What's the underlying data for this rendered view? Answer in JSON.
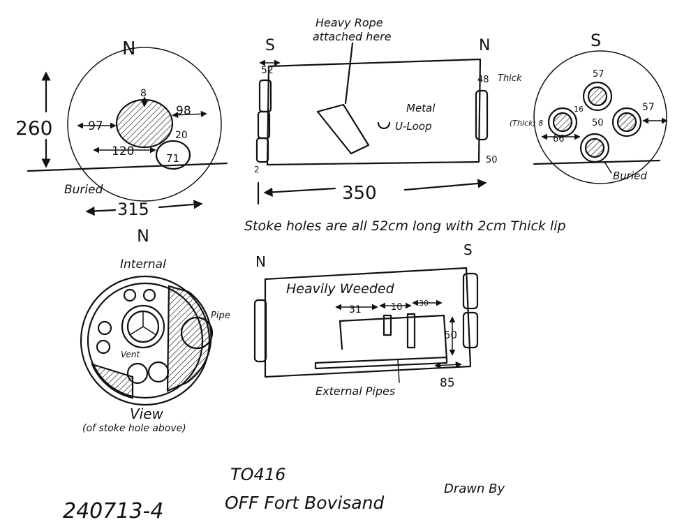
{
  "colors": {
    "ink": "#111111",
    "paper": "#ffffff"
  },
  "top_left": {
    "compass": "N",
    "height": "260",
    "width": "315",
    "dim_left": "97",
    "dim_right": "98",
    "dim_top": "8",
    "dim_inner": "120",
    "dim_small": "20",
    "dim_pipe": "71",
    "buried": "Buried"
  },
  "top_middle": {
    "compass_left": "S",
    "compass_right": "N",
    "rope_line1": "Heavy Rope",
    "rope_line2": "attached here",
    "metal": "Metal",
    "uloop": "U-Loop",
    "dim_52": "52",
    "dim_thick": "Thick",
    "dim_48": "48",
    "dim_50": "50",
    "dim_2": "2",
    "length": "350"
  },
  "top_right": {
    "compass": "S",
    "dim_57_top": "57",
    "dim_57_right": "57",
    "dim_50": "50",
    "dim_66": "66",
    "dim_thick": "(Thick) 8",
    "dim_16": "16",
    "buried": "Buried"
  },
  "stoke_note": "Stoke holes are all 52cm long with 2cm Thick lip",
  "bottom_left": {
    "compass": "N",
    "title_top": "Internal",
    "title_bottom": "View",
    "note": "(of stoke hole above)",
    "vent": "Vent",
    "pipe": "Pipe"
  },
  "bottom_middle": {
    "compass_left": "N",
    "compass_right": "S",
    "weeded": "Heavily Weeded",
    "dim_31": "31",
    "dim_10": "10",
    "dim_30": "30",
    "dim_50": "50",
    "dim_85": "85",
    "pipes": "External Pipes"
  },
  "footer": {
    "code": "TO416",
    "ref": "240713-4",
    "location": "OFF Fort Bovisand",
    "drawn_by": "Drawn By"
  }
}
